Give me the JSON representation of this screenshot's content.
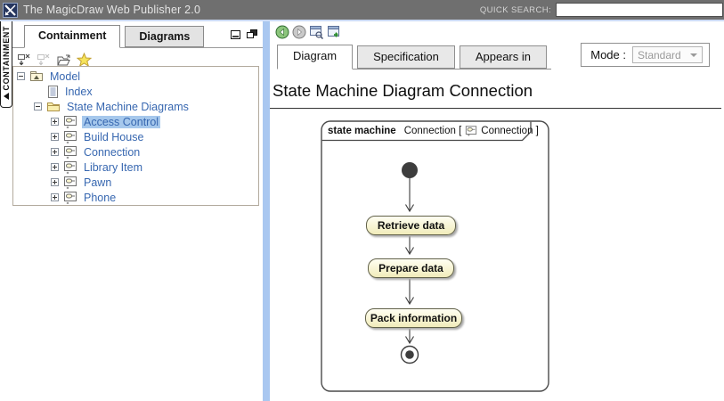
{
  "header": {
    "app_title": "The MagicDraw Web Publisher 2.0",
    "quick_search_label": "QUICK SEARCH:",
    "quick_search_value": ""
  },
  "sidebar": {
    "collapse_tab_label": "CONTAINMENT",
    "tabs": {
      "containment": "Containment",
      "diagrams": "Diagrams"
    },
    "tree": {
      "items": [
        {
          "label": "Model"
        },
        {
          "label": "Index"
        },
        {
          "label": "State Machine Diagrams"
        },
        {
          "label": "Access Control",
          "selected": true
        },
        {
          "label": "Build House"
        },
        {
          "label": "Connection"
        },
        {
          "label": "Library Item"
        },
        {
          "label": "Pawn"
        },
        {
          "label": "Phone"
        }
      ]
    }
  },
  "main": {
    "tabs": {
      "diagram": "Diagram",
      "specification": "Specification",
      "appears_in": "Appears in"
    },
    "mode": {
      "label": "Mode :",
      "value": "Standard"
    },
    "page_title": "State Machine Diagram Connection"
  },
  "diagram": {
    "frame": {
      "keyword": "state machine",
      "name": "Connection [",
      "ref": "Connection ]"
    },
    "states": [
      "Retrieve data",
      "Prepare data",
      "Pack information"
    ]
  },
  "colors": {
    "header_bg": "#6f6f6f",
    "accent_divider": "#a9c7f0",
    "tree_text": "#3767b0",
    "selection_bg": "#a6c8ec",
    "state_fill": "#f1ecba",
    "state_border": "#62624a",
    "frame_border": "#4a4a4a"
  }
}
